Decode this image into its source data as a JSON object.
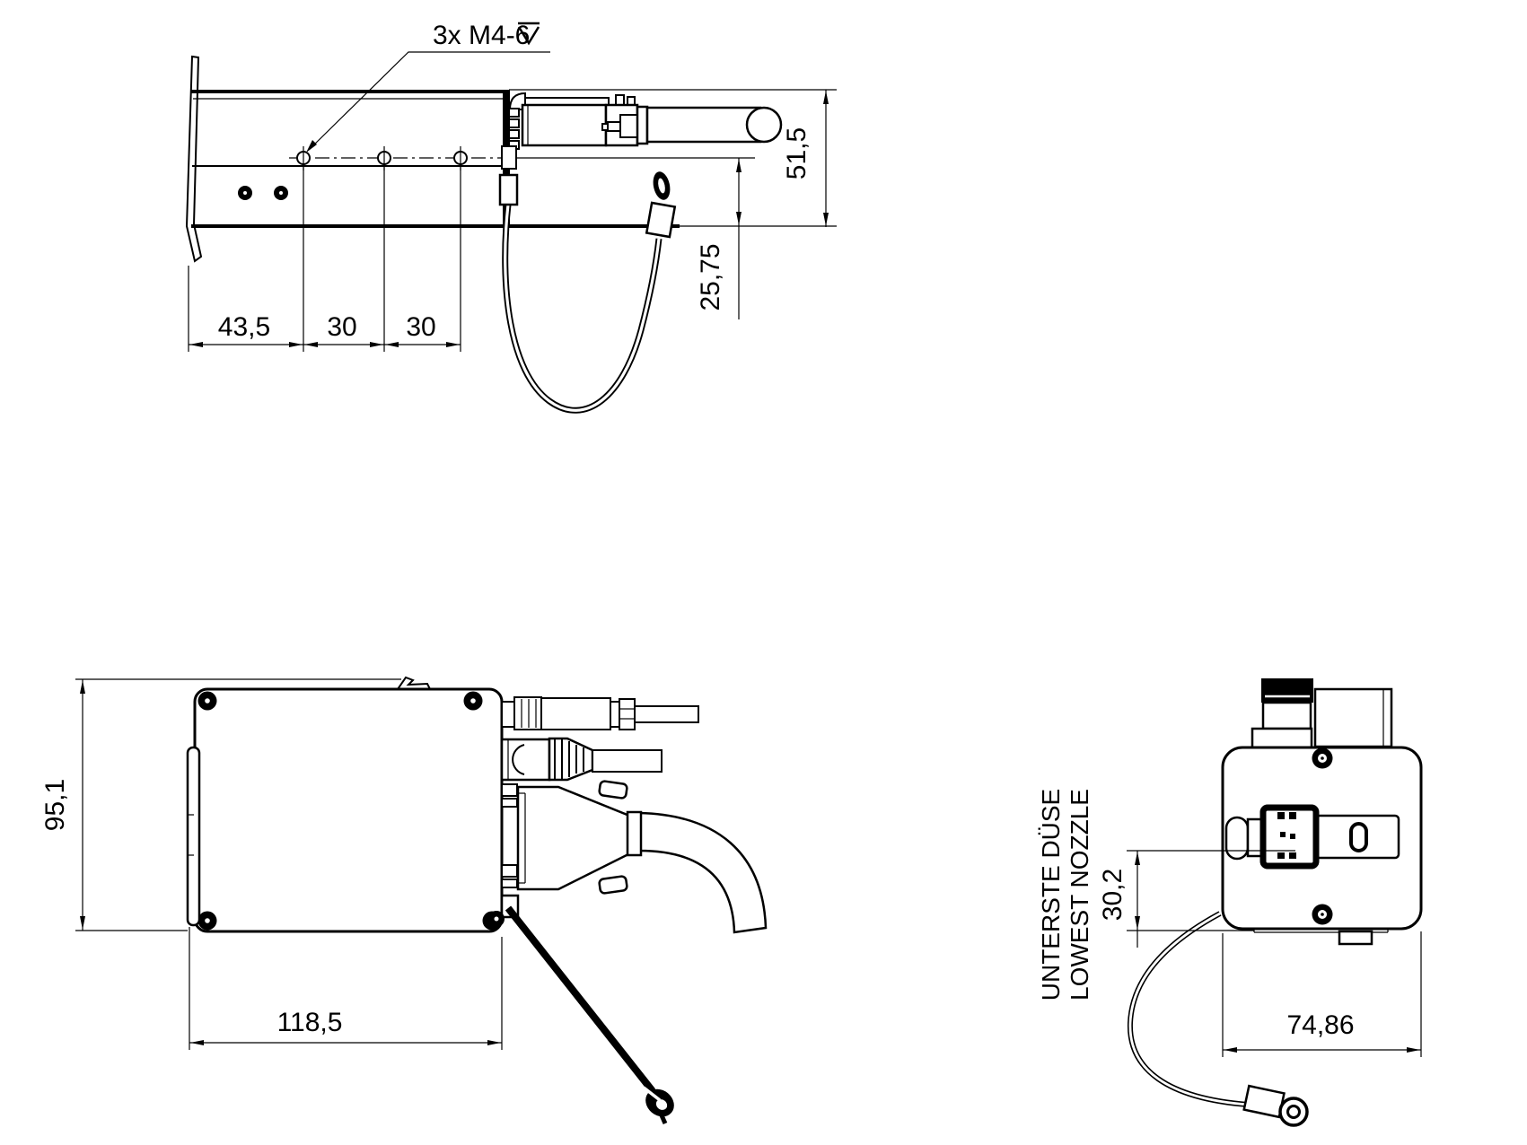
{
  "page": {
    "background_color": "#ffffff",
    "line_color": "#000000",
    "type": "technical dimensional drawing, three orthographic views"
  },
  "top_view": {
    "thread_note": "3x M4-6",
    "depth_symbol": "↧",
    "dims": {
      "left_offset": "43,5",
      "hole_pitch_1": "30",
      "hole_pitch_2": "30",
      "nozzle_offset": "25,75",
      "height": "51,5"
    }
  },
  "side_view": {
    "dims": {
      "height": "95,1",
      "width": "118,5"
    }
  },
  "front_view": {
    "label_de": "UNTERSTE DÜSE",
    "label_en": "LOWEST NOZZLE",
    "dims": {
      "lowest_nozzle_height": "30,2",
      "width": "74,86"
    }
  }
}
